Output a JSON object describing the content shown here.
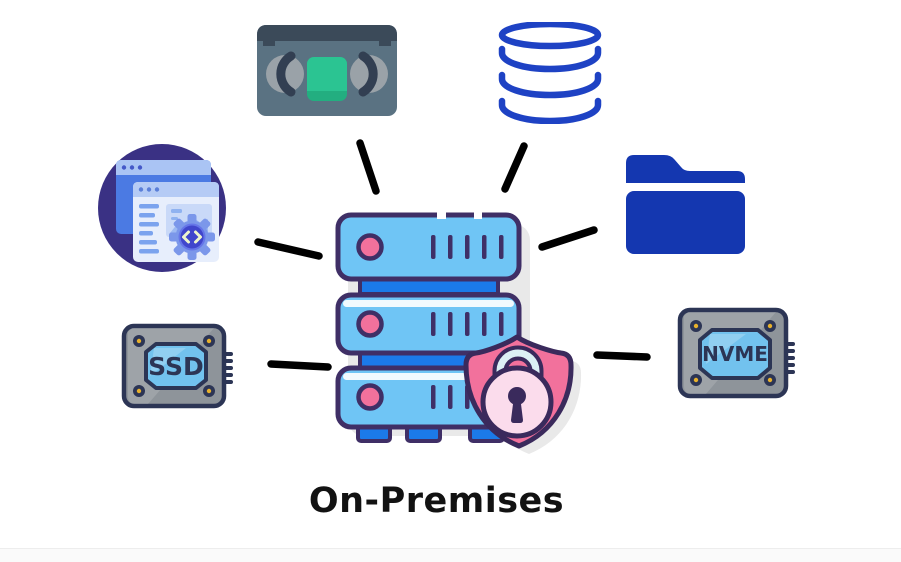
{
  "caption": "On-Premises",
  "diagram": {
    "center_node": {
      "id": "server",
      "icon": "server-rack-shield-lock-icon"
    },
    "nodes": [
      {
        "id": "backup-tape",
        "icon": "tape-cassette-icon"
      },
      {
        "id": "database",
        "icon": "database-cylinder-icon"
      },
      {
        "id": "web-app",
        "icon": "browser-windows-gear-icon"
      },
      {
        "id": "folder",
        "icon": "folder-icon"
      },
      {
        "id": "ssd",
        "icon": "ssd-drive-icon",
        "label": "SSD"
      },
      {
        "id": "nvme",
        "icon": "nvme-drive-icon",
        "label": "NVME"
      }
    ]
  },
  "colors": {
    "background": "#ffffff",
    "connector_line": "#000000",
    "server_body": "#6fc5f5",
    "server_outline": "#3f2f66",
    "server_accent_blue": "#1b7ae9",
    "drive_dot_pink": "#f2719c",
    "shield_pink": "#f2719c",
    "lock_body_pink": "#fbdcec",
    "shackle_cyan": "#dcf0f4",
    "lock_outline": "#3a2a5c",
    "folder_blue": "#1437b0",
    "database_blue": "#1e42c4",
    "webapp_circle_purple": "#3a3184",
    "webapp_window_blue": "#4b7ae3",
    "gear_blue": "#4046cc",
    "tape_slate": "#5a7282",
    "tape_dark": "#3b4a59",
    "tape_teal": "#2bc492",
    "chip_gray": "#8e949a",
    "chip_panel_blue": "#72c2ee",
    "chip_outline": "#2c3555",
    "screw_yellow": "#e8b12c",
    "footer_bar": "#fafafa"
  }
}
